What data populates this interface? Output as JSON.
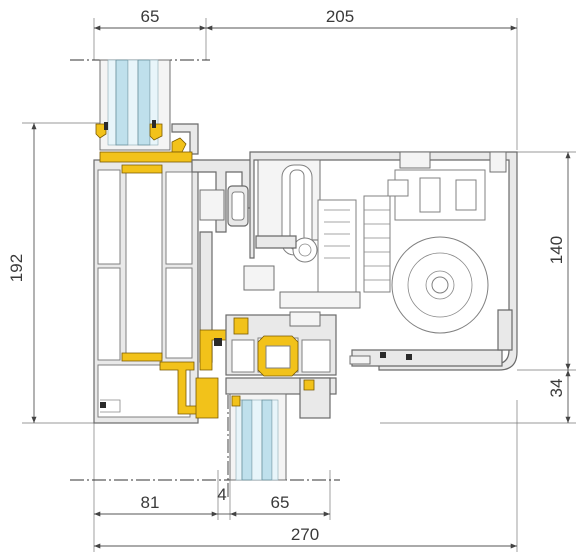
{
  "dimensions": {
    "top_left": "65",
    "top_right": "205",
    "left_height": "192",
    "right_upper": "140",
    "right_lower": "34",
    "bottom_a": "81",
    "bottom_b": "4",
    "bottom_c": "65",
    "bottom_total": "270"
  }
}
